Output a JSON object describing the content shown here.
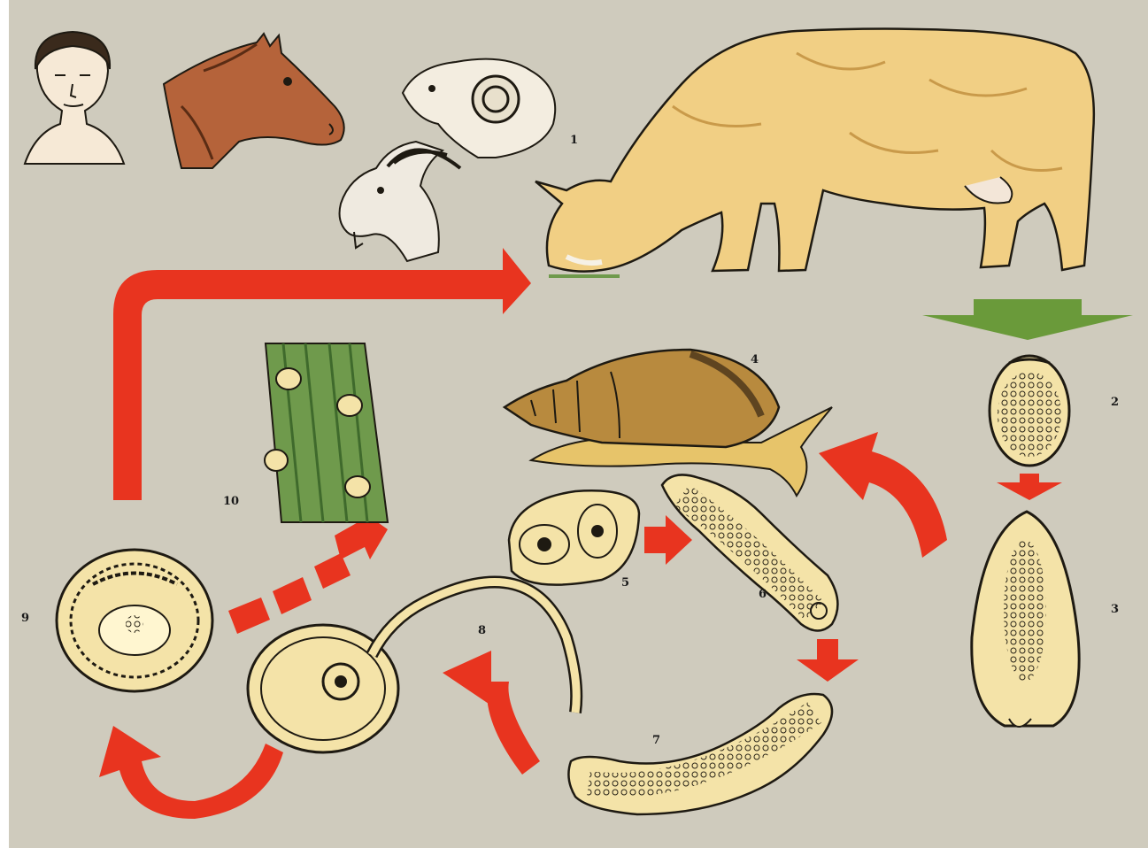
{
  "labels": [
    {
      "id": "cow",
      "text": "1"
    },
    {
      "id": "egg",
      "text": "2"
    },
    {
      "id": "miracidium",
      "text": "3"
    },
    {
      "id": "snail",
      "text": "4"
    },
    {
      "id": "sporocyst",
      "text": "5"
    },
    {
      "id": "redia-1",
      "text": "6"
    },
    {
      "id": "redia-2",
      "text": "7"
    },
    {
      "id": "cercaria",
      "text": "8"
    },
    {
      "id": "encysting-cercaria",
      "text": "9"
    },
    {
      "id": "metacercariae-on-grass",
      "text": "10"
    }
  ],
  "colors": {
    "background": "#cfcbbd",
    "arrow_red": "#e8341f",
    "arrow_green": "#6a9a3a",
    "grass_green": "#6f9a4c",
    "cow_body": "#f1cf84",
    "horse": "#b5633a",
    "snail_shell": "#b88a3e",
    "larva_fill": "#f4e3a8",
    "outline": "#1e1a12"
  },
  "icons": [
    "human-head-icon",
    "horse-head-icon",
    "sheep-head-icon",
    "goat-head-icon",
    "cow-icon",
    "snail-icon"
  ]
}
